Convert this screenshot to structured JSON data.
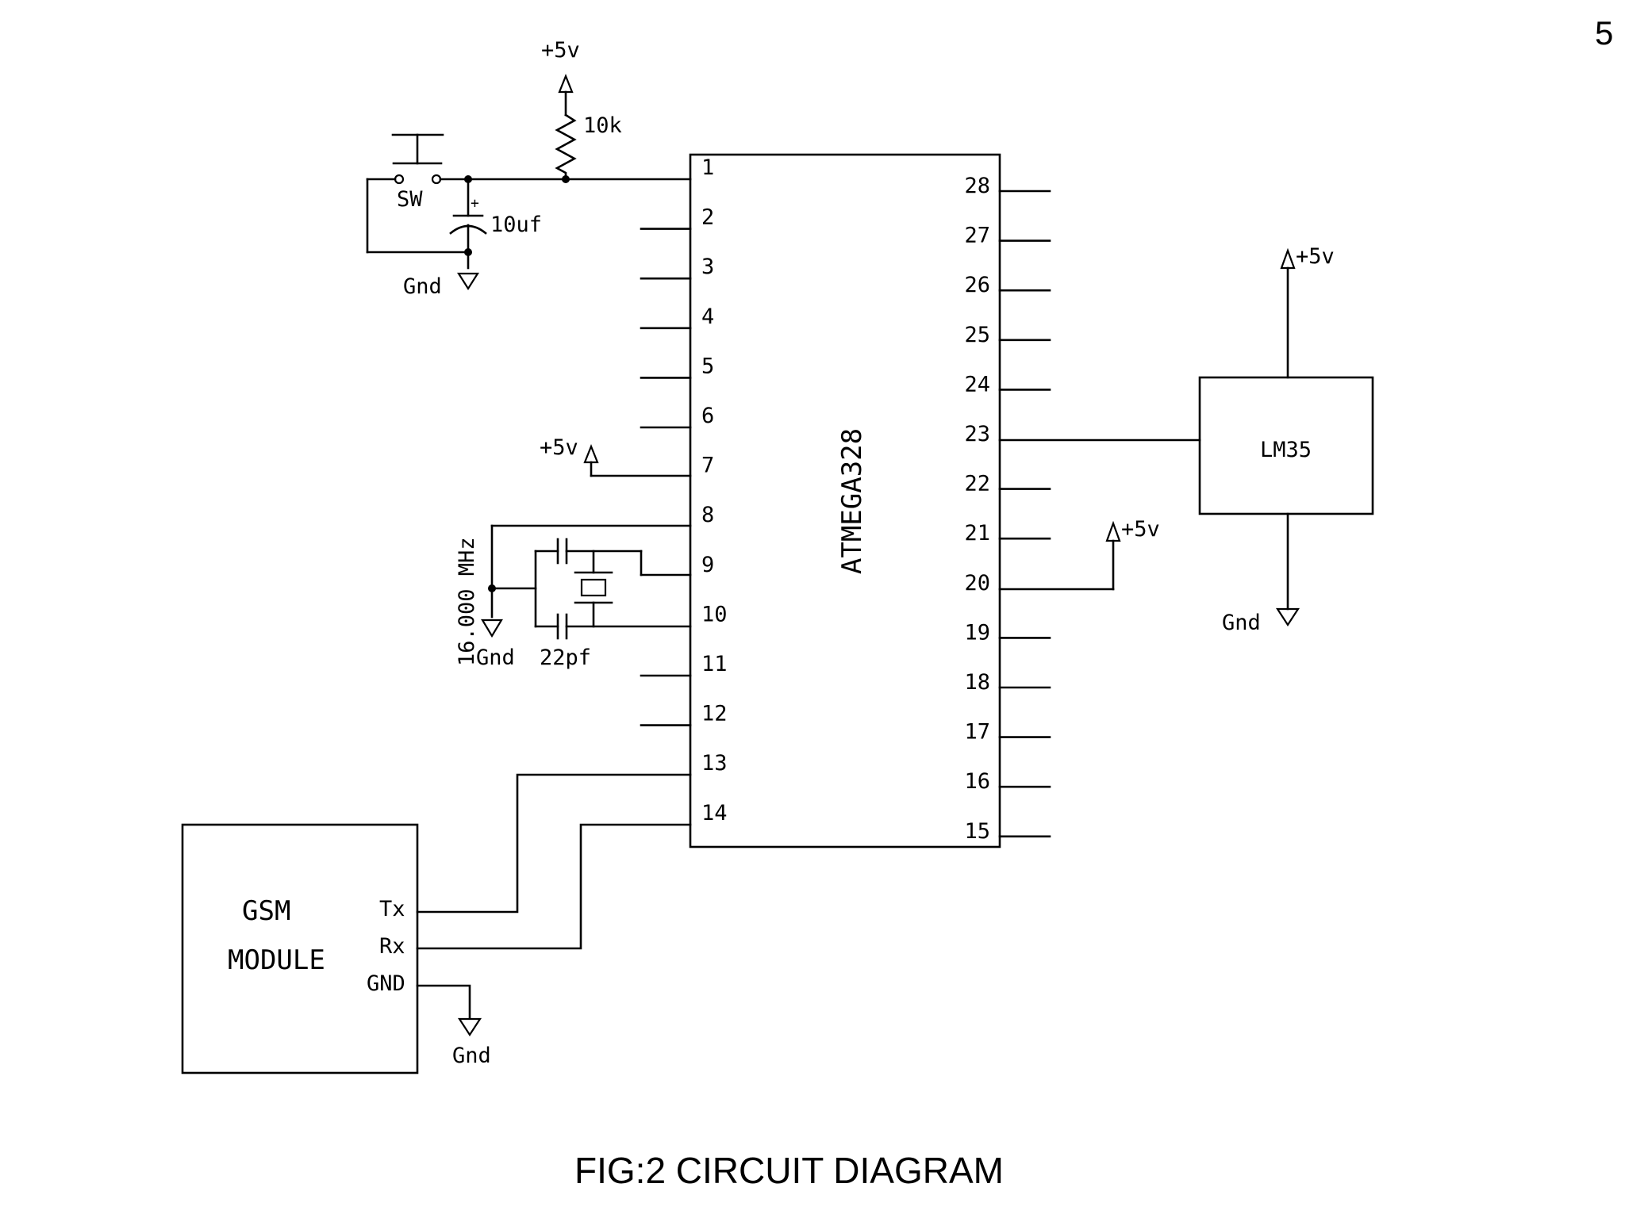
{
  "page_number": "5",
  "caption": "FIG:2 CIRCUIT DIAGRAM",
  "mcu": {
    "name": "ATMEGA328",
    "left_pins": [
      "1",
      "2",
      "3",
      "4",
      "5",
      "6",
      "7",
      "8",
      "9",
      "10",
      "11",
      "12",
      "13",
      "14"
    ],
    "right_pins": [
      "28",
      "27",
      "26",
      "25",
      "24",
      "23",
      "22",
      "21",
      "20",
      "19",
      "18",
      "17",
      "16",
      "15"
    ]
  },
  "reset": {
    "supply": "+5v",
    "resistor": "10k",
    "switch": "SW",
    "capacitor": "10uf",
    "cap_polarity": "+",
    "ground": "Gnd"
  },
  "pin7_supply": "+5v",
  "crystal": {
    "frequency": "16.000 MHz",
    "caps": "22pf",
    "ground": "Gnd"
  },
  "sensor": {
    "name": "LM35",
    "supply": "+5v",
    "ground": "Gnd"
  },
  "pin20_supply": "+5v",
  "gsm": {
    "line1": "GSM",
    "line2": "MODULE",
    "tx": "Tx",
    "rx": "Rx",
    "gnd": "GND",
    "ground": "Gnd"
  }
}
